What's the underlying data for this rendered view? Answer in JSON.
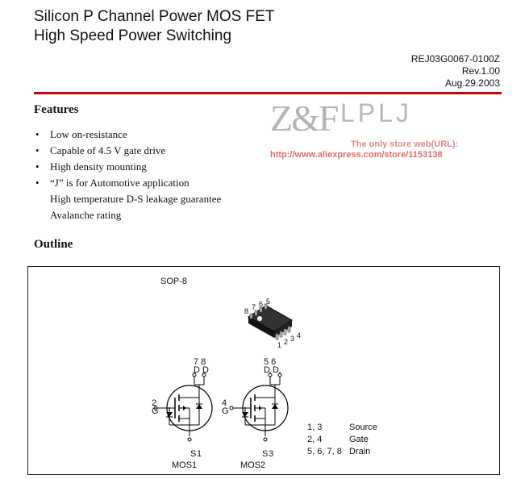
{
  "header": {
    "title_line1": "Silicon P Channel Power MOS FET",
    "title_line2": "High Speed Power Switching",
    "doc_number": "REJ03G0067-0100Z",
    "revision": "Rev.1.00",
    "date": "Aug.29.2003",
    "accent_color": "#d10000"
  },
  "features": {
    "heading": "Features",
    "items": [
      {
        "bullet": "•",
        "text": "Low on-resistance"
      },
      {
        "bullet": "•",
        "text": "Capable of 4.5 V gate drive"
      },
      {
        "bullet": "•",
        "text": "High density mounting"
      },
      {
        "bullet": "•",
        "text": "“J” is for Automotive application"
      },
      {
        "bullet": "",
        "text": "High temperature D-S leakage guarantee"
      },
      {
        "bullet": "",
        "text": "Avalanche rating"
      }
    ]
  },
  "watermark": {
    "logo": "Z&F",
    "brand": "LPLJ",
    "tagline": "The only store web(URL):",
    "url": "http://www.aliexpress.com/store/1153138"
  },
  "outline": {
    "heading": "Outline",
    "package": "SOP-8",
    "pkg_pins_top": [
      "8",
      "7",
      "6",
      "5"
    ],
    "pkg_pins_bottom": [
      "1",
      "2",
      "3",
      "4"
    ],
    "mos1": {
      "label": "MOS1",
      "drain_pins": "7 8",
      "drain_letters": "D D",
      "gate_pin": "2",
      "gate_letter": "G",
      "source_letter": "S",
      "source_pin": "1"
    },
    "mos2": {
      "label": "MOS2",
      "drain_pins": "5 6",
      "drain_letters": "D D",
      "gate_pin": "4",
      "gate_letter": "G",
      "source_letter": "S",
      "source_pin": "3"
    },
    "pin_table": [
      {
        "pins": "1, 3",
        "name": "Source"
      },
      {
        "pins": "2, 4",
        "name": "Gate"
      },
      {
        "pins": "5, 6, 7, 8",
        "name": "Drain"
      }
    ]
  }
}
